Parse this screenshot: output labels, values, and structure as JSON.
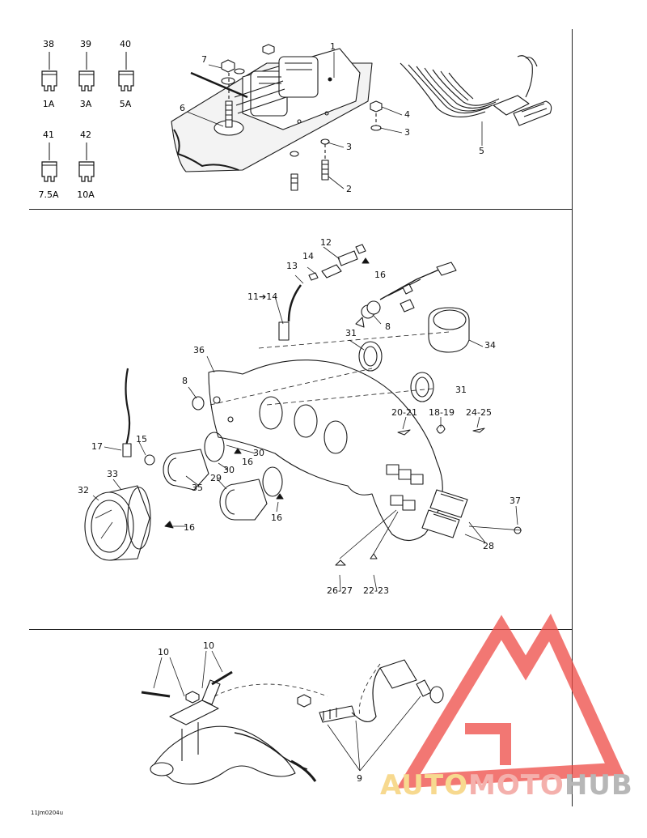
{
  "fuses": [
    {
      "ref": "38",
      "rating": "1A"
    },
    {
      "ref": "39",
      "rating": "3A"
    },
    {
      "ref": "40",
      "rating": "5A"
    },
    {
      "ref": "41",
      "rating": "7.5A"
    },
    {
      "ref": "42",
      "rating": "10A"
    }
  ],
  "top_callouts": [
    "1",
    "2",
    "3",
    "3",
    "4",
    "5",
    "6",
    "7"
  ],
  "mid_callouts": [
    "12",
    "13",
    "14",
    "11➔14",
    "16",
    "8",
    "34",
    "31",
    "36",
    "8",
    "31",
    "20-21",
    "18-19",
    "24-25",
    "17",
    "15",
    "33",
    "32",
    "30",
    "30",
    "16",
    "35",
    "29",
    "16",
    "16",
    "37",
    "28",
    "26-27",
    "22-23"
  ],
  "bottom_callouts": [
    "10",
    "10",
    "9"
  ],
  "figure_ref": "11Jm0204u",
  "watermark": {
    "part1": "AUTO",
    "part2": "MOTO",
    "part3": "HUB"
  },
  "colors": {
    "ink": "#1a1a1a",
    "watermark_red": "#ee4a45",
    "watermark_yellow": "#f7d98f",
    "watermark_gray": "#b7b7b7"
  }
}
